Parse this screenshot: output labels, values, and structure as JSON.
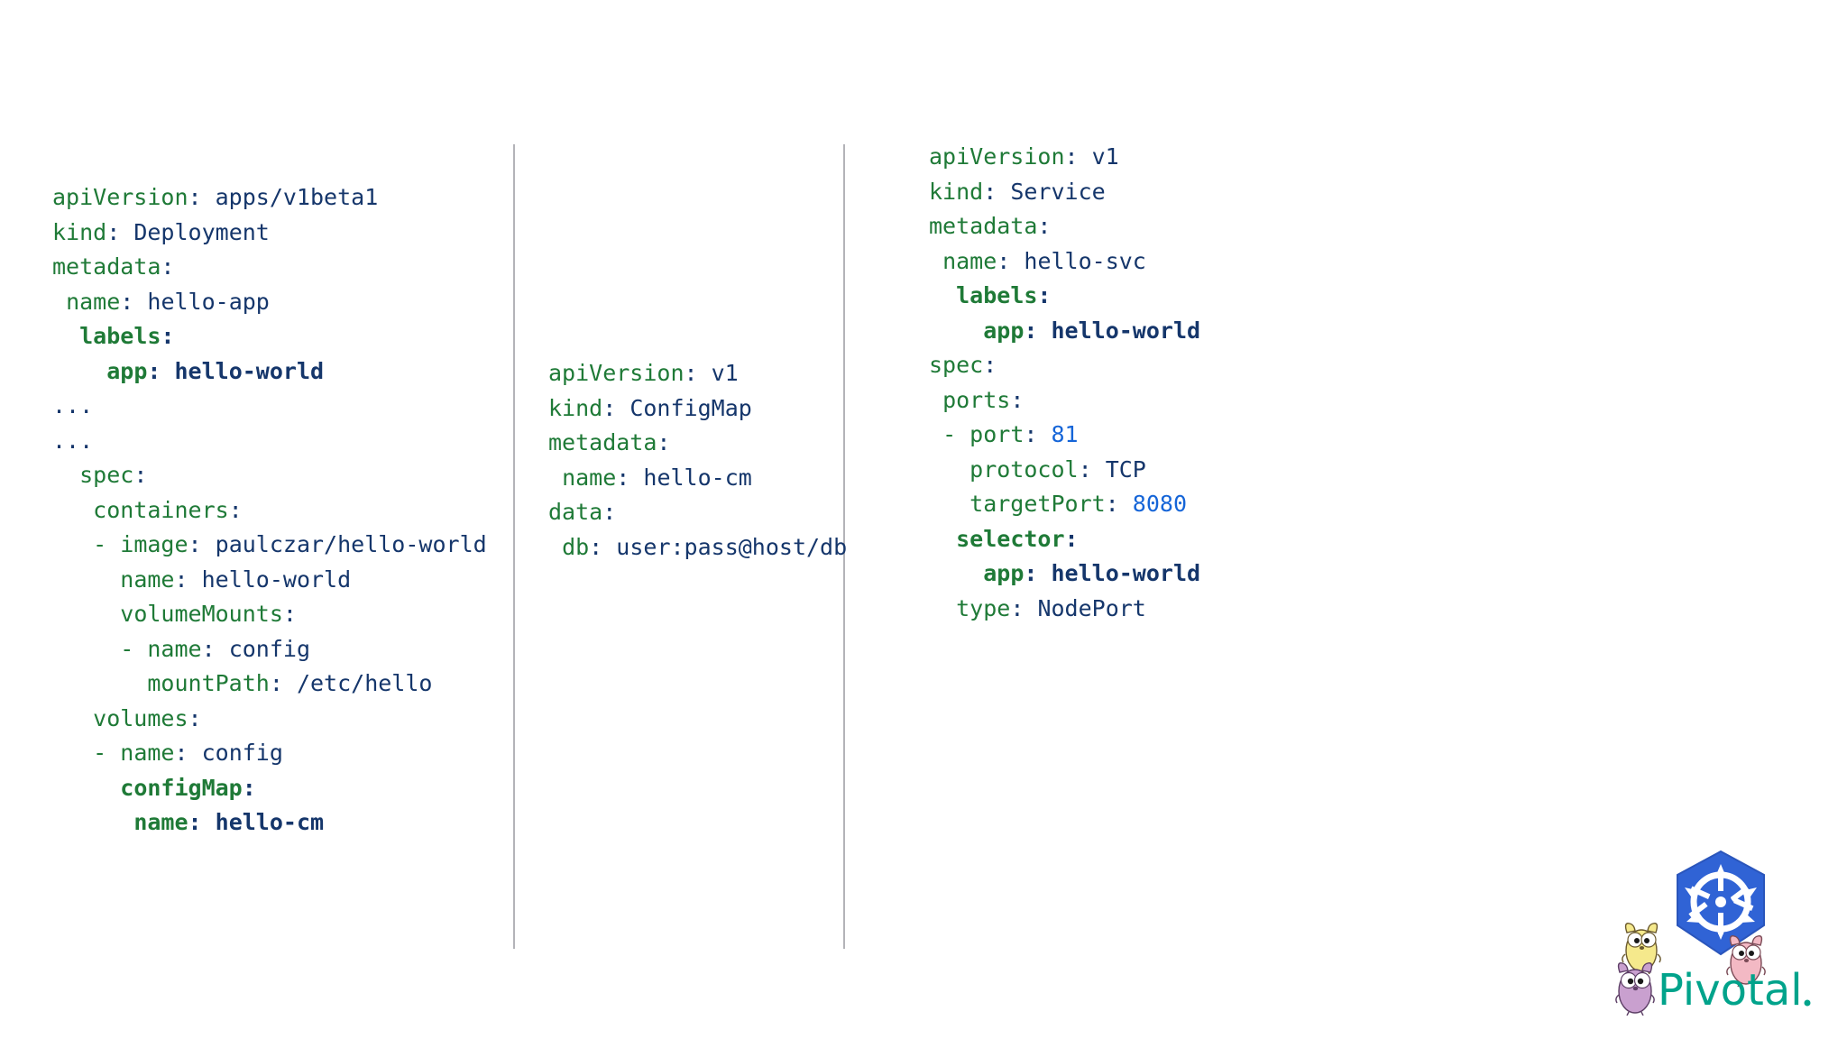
{
  "slide": {
    "background_color": "#ffffff",
    "divider_color": "#b3b3b8"
  },
  "colors": {
    "key_green": "#1f7a37",
    "value_navy": "#15366b",
    "number_blue": "#1565d8",
    "pivotal_green": "#00a38b",
    "k8s_blue": "#3063d5"
  },
  "columns": [
    {
      "id": "deployment",
      "name": "deployment-yaml",
      "lines": [
        {
          "indent": "",
          "key": "apiVersion",
          "colon": ":",
          "value": " apps/v1beta1",
          "key_bold": false,
          "value_bold": false,
          "value_type": "string"
        },
        {
          "indent": "",
          "key": "kind",
          "colon": ":",
          "value": " Deployment",
          "key_bold": false,
          "value_bold": false,
          "value_type": "string"
        },
        {
          "indent": "",
          "key": "metadata",
          "colon": ":",
          "value": "",
          "key_bold": false,
          "value_bold": false,
          "value_type": "none"
        },
        {
          "indent": " ",
          "key": "name",
          "colon": ":",
          "value": " hello-app",
          "key_bold": false,
          "value_bold": false,
          "value_type": "string"
        },
        {
          "indent": "  ",
          "key": "labels",
          "colon": ":",
          "value": "",
          "key_bold": true,
          "value_bold": false,
          "value_type": "none"
        },
        {
          "indent": "    ",
          "key": "app",
          "colon": ":",
          "value": " hello-world",
          "key_bold": true,
          "value_bold": true,
          "value_type": "string"
        },
        {
          "indent": "",
          "key": "",
          "colon": "",
          "value": "...",
          "key_bold": false,
          "value_bold": false,
          "value_type": "ellipsis"
        },
        {
          "indent": "",
          "key": "",
          "colon": "",
          "value": "...",
          "key_bold": false,
          "value_bold": false,
          "value_type": "ellipsis"
        },
        {
          "indent": "  ",
          "key": "spec",
          "colon": ":",
          "value": "",
          "key_bold": false,
          "value_bold": false,
          "value_type": "none"
        },
        {
          "indent": "   ",
          "key": "containers",
          "colon": ":",
          "value": "",
          "key_bold": false,
          "value_bold": false,
          "value_type": "none"
        },
        {
          "indent": "   - ",
          "key": "image",
          "colon": ":",
          "value": " paulczar/hello-world",
          "key_bold": false,
          "value_bold": false,
          "value_type": "string"
        },
        {
          "indent": "     ",
          "key": "name",
          "colon": ":",
          "value": " hello-world",
          "key_bold": false,
          "value_bold": false,
          "value_type": "string"
        },
        {
          "indent": "     ",
          "key": "volumeMounts",
          "colon": ":",
          "value": "",
          "key_bold": false,
          "value_bold": false,
          "value_type": "none"
        },
        {
          "indent": "     - ",
          "key": "name",
          "colon": ":",
          "value": " config",
          "key_bold": false,
          "value_bold": false,
          "value_type": "string"
        },
        {
          "indent": "       ",
          "key": "mountPath",
          "colon": ":",
          "value": " /etc/hello",
          "key_bold": false,
          "value_bold": false,
          "value_type": "string"
        },
        {
          "indent": "   ",
          "key": "volumes",
          "colon": ":",
          "value": "",
          "key_bold": false,
          "value_bold": false,
          "value_type": "none"
        },
        {
          "indent": "   - ",
          "key": "name",
          "colon": ":",
          "value": " config",
          "key_bold": false,
          "value_bold": false,
          "value_type": "string"
        },
        {
          "indent": "     ",
          "key": "configMap",
          "colon": ":",
          "value": "",
          "key_bold": true,
          "value_bold": false,
          "value_type": "none"
        },
        {
          "indent": "      ",
          "key": "name",
          "colon": ":",
          "value": " hello-cm",
          "key_bold": true,
          "value_bold": true,
          "value_type": "string"
        }
      ]
    },
    {
      "id": "configmap",
      "name": "configmap-yaml",
      "lines": [
        {
          "indent": "",
          "key": "apiVersion",
          "colon": ":",
          "value": " v1",
          "key_bold": false,
          "value_bold": false,
          "value_type": "string"
        },
        {
          "indent": "",
          "key": "kind",
          "colon": ":",
          "value": " ConfigMap",
          "key_bold": false,
          "value_bold": false,
          "value_type": "string"
        },
        {
          "indent": "",
          "key": "metadata",
          "colon": ":",
          "value": "",
          "key_bold": false,
          "value_bold": false,
          "value_type": "none"
        },
        {
          "indent": " ",
          "key": "name",
          "colon": ":",
          "value": " hello-cm",
          "key_bold": false,
          "value_bold": false,
          "value_type": "string"
        },
        {
          "indent": "",
          "key": "data",
          "colon": ":",
          "value": "",
          "key_bold": false,
          "value_bold": false,
          "value_type": "none"
        },
        {
          "indent": " ",
          "key": "db",
          "colon": ":",
          "value": " user:pass@host/db",
          "key_bold": false,
          "value_bold": false,
          "value_type": "string"
        }
      ]
    },
    {
      "id": "service",
      "name": "service-yaml",
      "lines": [
        {
          "indent": "",
          "key": "apiVersion",
          "colon": ":",
          "value": " v1",
          "key_bold": false,
          "value_bold": false,
          "value_type": "string"
        },
        {
          "indent": "",
          "key": "kind",
          "colon": ":",
          "value": " Service",
          "key_bold": false,
          "value_bold": false,
          "value_type": "string"
        },
        {
          "indent": "",
          "key": "metadata",
          "colon": ":",
          "value": "",
          "key_bold": false,
          "value_bold": false,
          "value_type": "none"
        },
        {
          "indent": " ",
          "key": "name",
          "colon": ":",
          "value": " hello-svc",
          "key_bold": false,
          "value_bold": false,
          "value_type": "string"
        },
        {
          "indent": "  ",
          "key": "labels",
          "colon": ":",
          "value": "",
          "key_bold": true,
          "value_bold": false,
          "value_type": "none"
        },
        {
          "indent": "    ",
          "key": "app",
          "colon": ":",
          "value": " hello-world",
          "key_bold": true,
          "value_bold": true,
          "value_type": "string"
        },
        {
          "indent": "",
          "key": "spec",
          "colon": ":",
          "value": "",
          "key_bold": false,
          "value_bold": false,
          "value_type": "none"
        },
        {
          "indent": " ",
          "key": "ports",
          "colon": ":",
          "value": "",
          "key_bold": false,
          "value_bold": false,
          "value_type": "none"
        },
        {
          "indent": " - ",
          "key": "port",
          "colon": ":",
          "value": " 81",
          "key_bold": false,
          "value_bold": false,
          "value_type": "number"
        },
        {
          "indent": "   ",
          "key": "protocol",
          "colon": ":",
          "value": " TCP",
          "key_bold": false,
          "value_bold": false,
          "value_type": "string"
        },
        {
          "indent": "   ",
          "key": "targetPort",
          "colon": ":",
          "value": " 8080",
          "key_bold": false,
          "value_bold": false,
          "value_type": "number"
        },
        {
          "indent": "  ",
          "key": "selector",
          "colon": ":",
          "value": "",
          "key_bold": true,
          "value_bold": false,
          "value_type": "none"
        },
        {
          "indent": "    ",
          "key": "app",
          "colon": ":",
          "value": " hello-world",
          "key_bold": true,
          "value_bold": true,
          "value_type": "string"
        },
        {
          "indent": "  ",
          "key": "type",
          "colon": ":",
          "value": " NodePort",
          "key_bold": false,
          "value_bold": false,
          "value_type": "string"
        }
      ]
    }
  ],
  "logo": {
    "wordmark": "Pivotal",
    "wordmark_color": "#00a38b",
    "k8s_color": "#3063d5",
    "gopher_colors": [
      "#f5e98c",
      "#f3b9c4",
      "#c9a0cf"
    ]
  }
}
